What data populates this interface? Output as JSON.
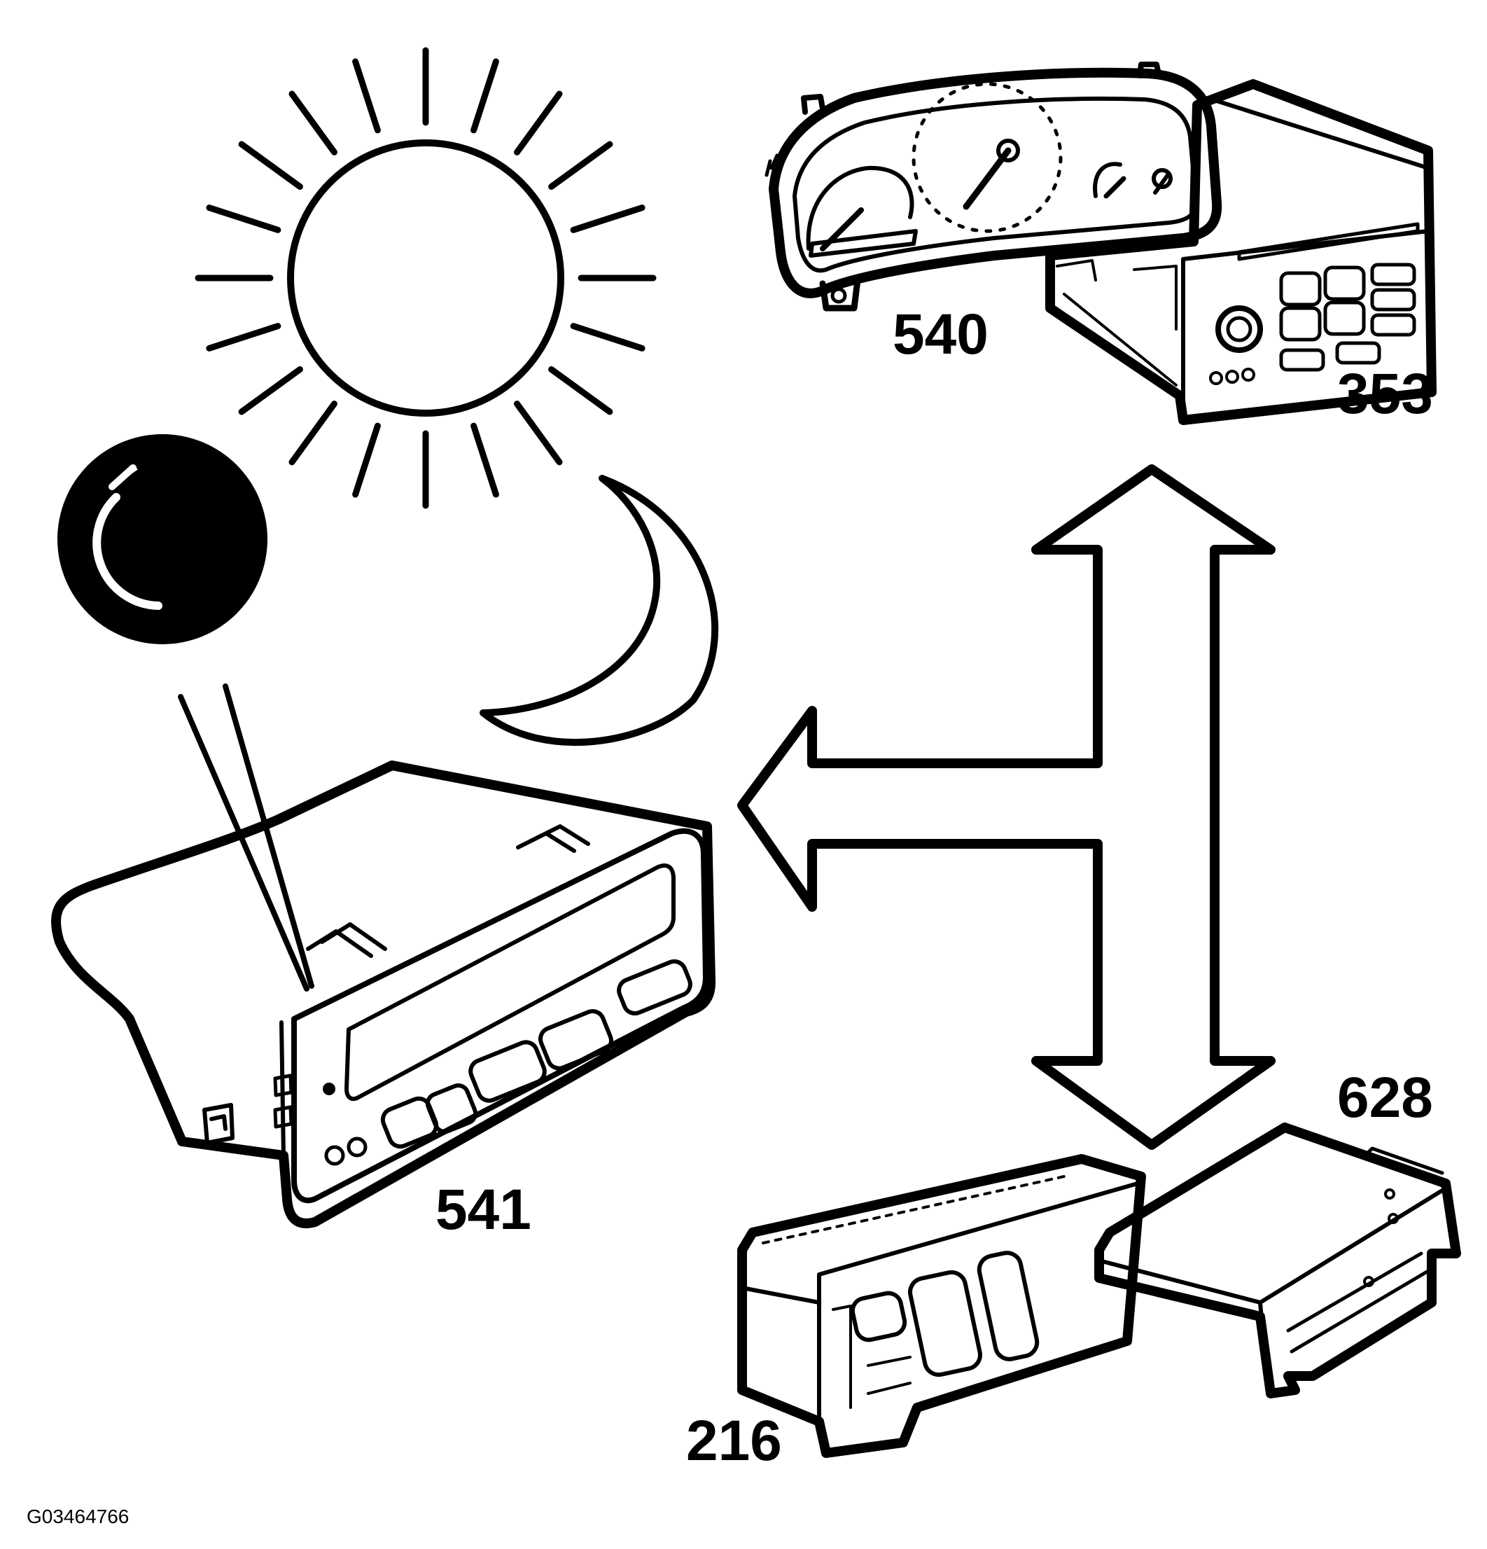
{
  "callouts": {
    "cluster": "540",
    "radio": "353",
    "display": "541",
    "module_216": "216",
    "module_628": "628"
  },
  "figure_ref": "G03464766",
  "colors": {
    "ink": "#000000",
    "paper": "#ffffff"
  }
}
